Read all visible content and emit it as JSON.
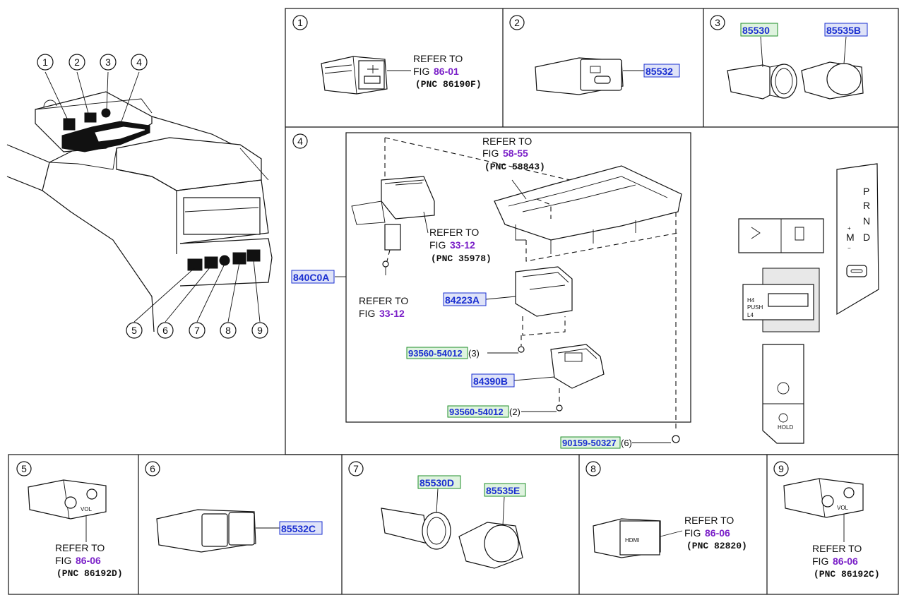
{
  "callouts": [
    "1",
    "2",
    "3",
    "4",
    "5",
    "6",
    "7",
    "8",
    "9"
  ],
  "refer_to": "REFER TO",
  "fig_prefix": "FIG ",
  "refs": {
    "r1": {
      "fig": "86-01",
      "pnc": "(PNC 86190F)"
    },
    "r4a": {
      "fig": "58-55",
      "pnc": "(PNC 58843)"
    },
    "r4b": {
      "fig": "33-12",
      "pnc": "(PNC 35978)"
    },
    "r4c": {
      "fig": "33-12"
    },
    "r5": {
      "fig": "86-06",
      "pnc": "(PNC 86192D)"
    },
    "r8": {
      "fig": "86-06",
      "pnc": "(PNC 82820)"
    },
    "r9": {
      "fig": "86-06",
      "pnc": "(PNC 86192C)"
    }
  },
  "parts": {
    "p85532": "85532",
    "p85530": "85530",
    "p85535B": "85535B",
    "p840C0A": "840C0A",
    "p84223A": "84223A",
    "p93560a": "93560-54012",
    "q93560a": "(3)",
    "p84390B": "84390B",
    "p93560b": "93560-54012",
    "q93560b": "(2)",
    "p90159": "90159-50327",
    "q90159": "(6)",
    "p85532C": "85532C",
    "p85530D": "85530D",
    "p85535E": "85535E"
  },
  "shifter": {
    "p": "P",
    "r": "R",
    "n": "N",
    "d": "D",
    "m": "M",
    "plus": "+",
    "minus": "−"
  },
  "transfer": {
    "h4": "H4",
    "push": "PUSH",
    "l4": "L4"
  },
  "hold": "HOLD",
  "vol": "VOL",
  "hdmi": "HDMI"
}
